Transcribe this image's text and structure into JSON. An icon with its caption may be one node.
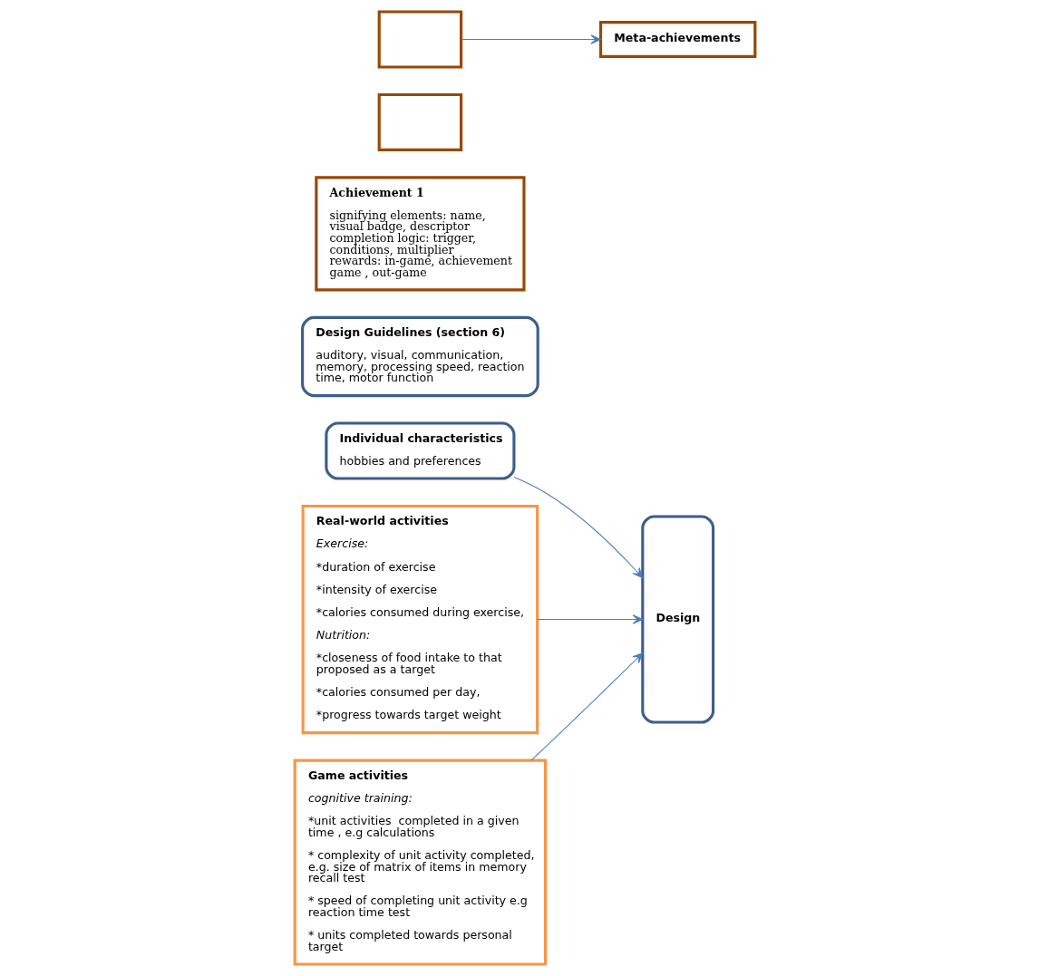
{
  "diagram": {
    "nodes": [
      {
        "text": [
          "Game activities",
          "cognitive training:",
          "*unit activities  completed in a given time , e.g calculations",
          "* complexity of unit activity completed, e.g. size of matrix of items in memory recall test",
          "* speed of completing unit activity e.g reaction time test",
          "* units completed towards personal target"
        ]
      },
      {
        "text": [
          "Meta-achievements"
        ]
      },
      {
        "text": [],
        "shape": "box"
      },
      {
        "text": [],
        "shape": "box"
      },
      {
        "text": [
          "Achievement 1",
          "signifying elements: name, visual badge, descriptor completion logic: trigger, conditions, multiplier rewards: in-game, achievement game , out-game"
        ]
      },
      {
        "text": [
          "Design"
        ]
      },
      {
        "text": [
          "Real-world activities",
          "Exercise:",
          "*duration of exercise",
          "*intensity of exercise",
          "*calories consumed during exercise,",
          "Nutrition:",
          "*closeness of food intake to that proposed as a target",
          "*calories consumed per day,",
          "*progress towards target weight"
        ]
      },
      {
        "text": [
          "Design Guidelines (section 6)",
          "auditory, visual, communication, memory, processing speed, reaction time, motor function"
        ]
      },
      {
        "text": [
          "Individual characteristics",
          "hobbies and preferences"
        ]
      }
    ],
    "edges": [
      {
        "from": 2,
        "to": 1,
        "arrow": "to"
      },
      {
        "from": 0,
        "to": 5,
        "arrow": "to"
      },
      {
        "from": 6,
        "to": 5,
        "arrow": "to"
      },
      {
        "from": 8,
        "to": 5,
        "arrow": "to"
      }
    ]
  }
}
